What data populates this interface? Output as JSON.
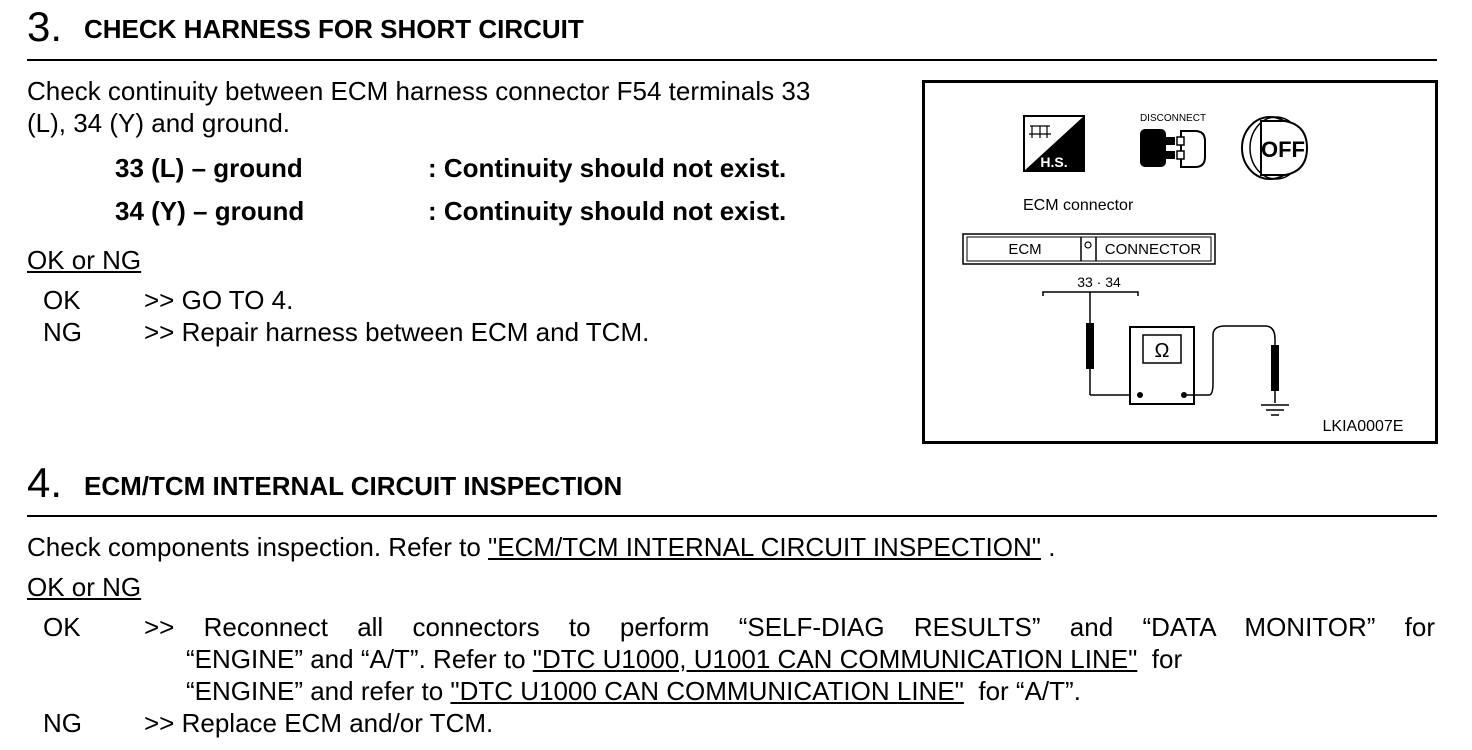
{
  "step3": {
    "number": "3.",
    "title": "CHECK HARNESS FOR SHORT CIRCUIT",
    "instruction_line1": "Check continuity between ECM harness connector F54 terminals 33",
    "instruction_line2": "(L), 34 (Y) and ground.",
    "checks": [
      {
        "terminal": "33 (L) – ground",
        "result": ": Continuity should not exist."
      },
      {
        "terminal": "34 (Y) – ground",
        "result": ": Continuity should not exist."
      }
    ],
    "ok_ng": "OK or NG",
    "ok_label": "OK",
    "ok_action": ">> GO TO 4.",
    "ng_label": "NG",
    "ng_action": ">> Repair harness between ECM and TCM."
  },
  "figure": {
    "hs_label": "H.S.",
    "disconnect_label": "DISCONNECT",
    "off_label": "OFF",
    "ecm_connector_label": "ECM connector",
    "conn_left": "ECM",
    "conn_right": "CONNECTOR",
    "terminals": "33 · 34",
    "ohm": "Ω",
    "figure_id": "LKIA0007E"
  },
  "step4": {
    "number": "4.",
    "title": "ECM/TCM INTERNAL CIRCUIT INSPECTION",
    "instruction_prefix": "Check components inspection. Refer to ",
    "instruction_link": "\"ECM/TCM INTERNAL CIRCUIT INSPECTION\"",
    "instruction_suffix": " .",
    "ok_ng": "OK or NG",
    "ok_label": "OK",
    "ok_line1": ">> Reconnect all connectors to perform “SELF-DIAG RESULTS” and “DATA MONITOR” for",
    "ok_line2_prefix": "“ENGINE” and “A/T”. Refer to ",
    "ok_line2_link": "\"DTC U1000, U1001 CAN COMMUNICATION LINE\"",
    "ok_line2_suffix": "  for",
    "ok_line3_prefix": "“ENGINE” and refer to ",
    "ok_line3_link": "\"DTC U1000 CAN COMMUNICATION LINE\"",
    "ok_line3_suffix": "  for “A/T”.",
    "ng_label": "NG",
    "ng_action": ">> Replace ECM and/or TCM."
  }
}
